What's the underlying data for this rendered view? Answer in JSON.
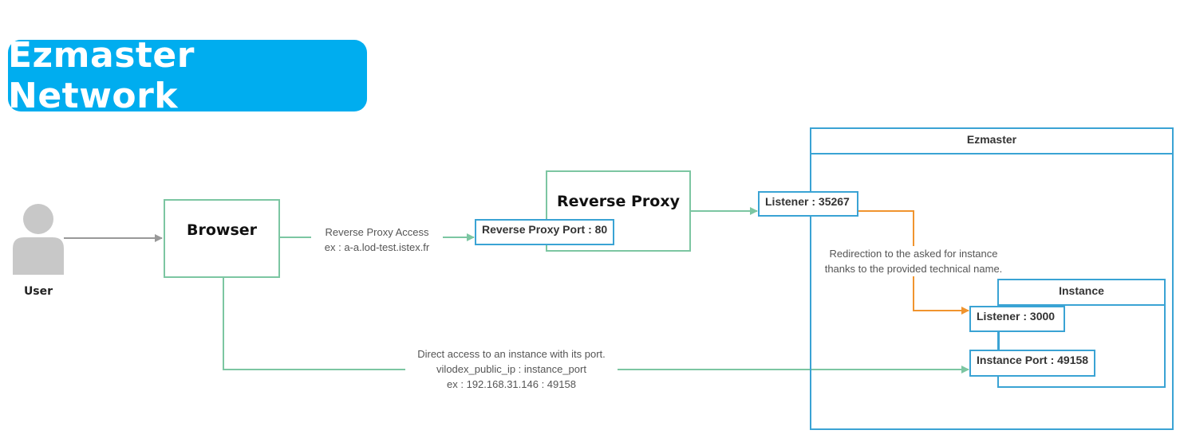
{
  "title": "Ezmaster Network",
  "nodes": {
    "user": "User",
    "browser": "Browser",
    "reverse_proxy": "Reverse Proxy",
    "reverse_proxy_port": "Reverse Proxy Port : 80",
    "ezmaster": "Ezmaster",
    "listener_ezmaster": "Listener : 35267",
    "instance": "Instance",
    "listener_instance": "Listener : 3000",
    "instance_port": "Instance Port : 49158"
  },
  "edges": {
    "reverse_proxy_access": {
      "line1": "Reverse Proxy Access",
      "line2": "ex : a-a.lod-test.istex.fr"
    },
    "redirection": {
      "line1": "Redirection to the asked for instance",
      "line2": "thanks to the provided technical name."
    },
    "direct_access": {
      "line1": "Direct access to an instance with its port.",
      "line2": "vilodex_public_ip : instance_port",
      "line3": "ex : 192.168.31.146 : 49158"
    }
  },
  "colors": {
    "title_bg": "#00adef",
    "green": "#7cc6a2",
    "blue": "#3aa3d4",
    "orange": "#f0942e",
    "gray": "#999999"
  }
}
